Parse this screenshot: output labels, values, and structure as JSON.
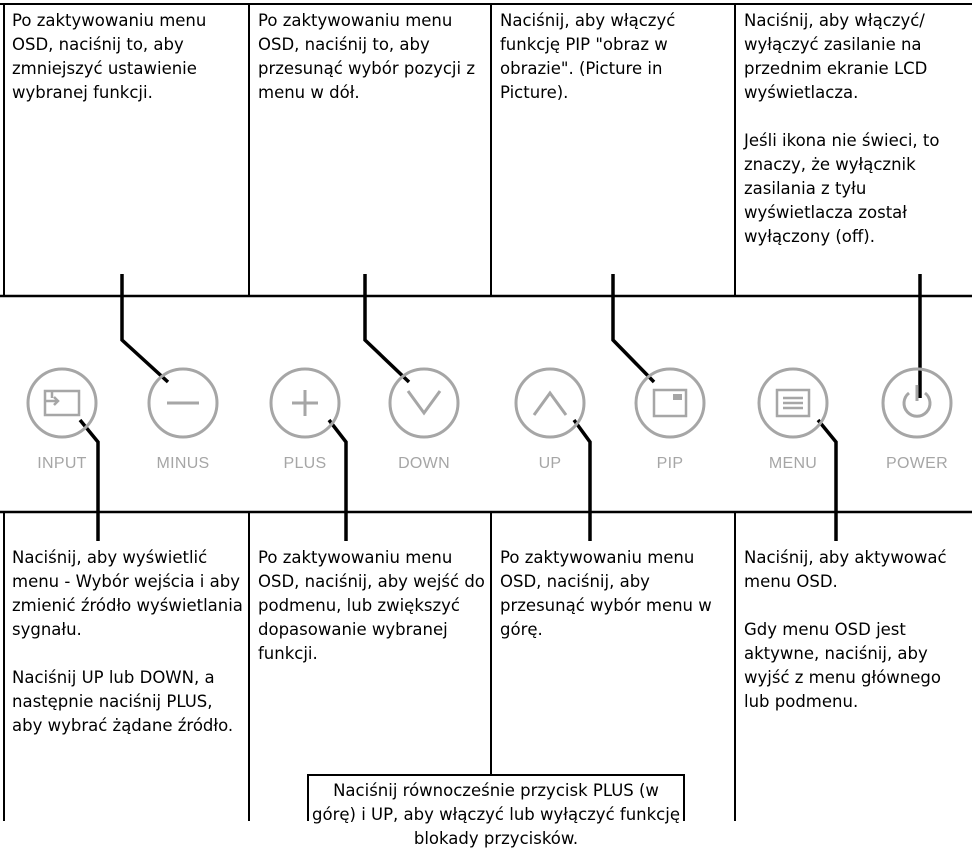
{
  "top_descriptions": [
    {
      "paragraphs": [
        "Po zaktywowaniu menu OSD, naciśnij to, aby zmniejszyć ustawienie wybranej funkcji."
      ]
    },
    {
      "paragraphs": [
        "Po zaktywowaniu menu OSD, naciśnij to, aby przesunąć wybór pozycji z menu w dół."
      ]
    },
    {
      "paragraphs": [
        "Naciśnij, aby włączyć funkcję PIP \"obraz w obrazie\". (Picture in Picture)."
      ]
    },
    {
      "paragraphs": [
        "Naciśnij, aby włączyć/ wyłączyć zasilanie na przednim ekranie LCD wyświetlacza.",
        "Jeśli ikona nie świeci, to znaczy, że wyłącznik zasilania z tyłu wyświetlacza został wyłączony (off)."
      ]
    }
  ],
  "bottom_descriptions": [
    {
      "paragraphs": [
        "Naciśnij, aby wyświetlić menu - Wybór wejścia i aby zmienić źródło wyświetlania sygnału.",
        "Naciśnij UP lub DOWN, a następnie naciśnij PLUS, aby wybrać żądane źródło."
      ]
    },
    {
      "paragraphs": [
        "Po zaktywowaniu menu OSD, naciśnij, aby wejść do podmenu, lub zwiększyć dopasowanie wybranej funkcji."
      ]
    },
    {
      "paragraphs": [
        "Po zaktywowaniu menu OSD, naciśnij, aby przesunąć wybór menu w górę."
      ]
    },
    {
      "paragraphs": [
        "Naciśnij, aby aktywować menu OSD.",
        "Gdy menu OSD jest aktywne, naciśnij, aby wyjść z menu głównego lub podmenu."
      ]
    }
  ],
  "lock_note": "Naciśnij równocześnie przycisk PLUS (w górę) i UP, aby włączyć lub wyłączyć funkcję blokady przycisków.",
  "buttons": [
    {
      "key": "input",
      "label": "INPUT",
      "icon": "input-icon"
    },
    {
      "key": "minus",
      "label": "MINUS",
      "icon": "minus-icon"
    },
    {
      "key": "plus",
      "label": "PLUS",
      "icon": "plus-icon"
    },
    {
      "key": "down",
      "label": "DOWN",
      "icon": "chevron-down-icon"
    },
    {
      "key": "up",
      "label": "UP",
      "icon": "chevron-up-icon"
    },
    {
      "key": "pip",
      "label": "PIP",
      "icon": "pip-icon"
    },
    {
      "key": "menu",
      "label": "MENU",
      "icon": "menu-icon"
    },
    {
      "key": "power",
      "label": "POWER",
      "icon": "power-icon"
    }
  ],
  "colors": {
    "button_gray": "#a6a6a6",
    "line": "#000000",
    "background": "#ffffff"
  }
}
